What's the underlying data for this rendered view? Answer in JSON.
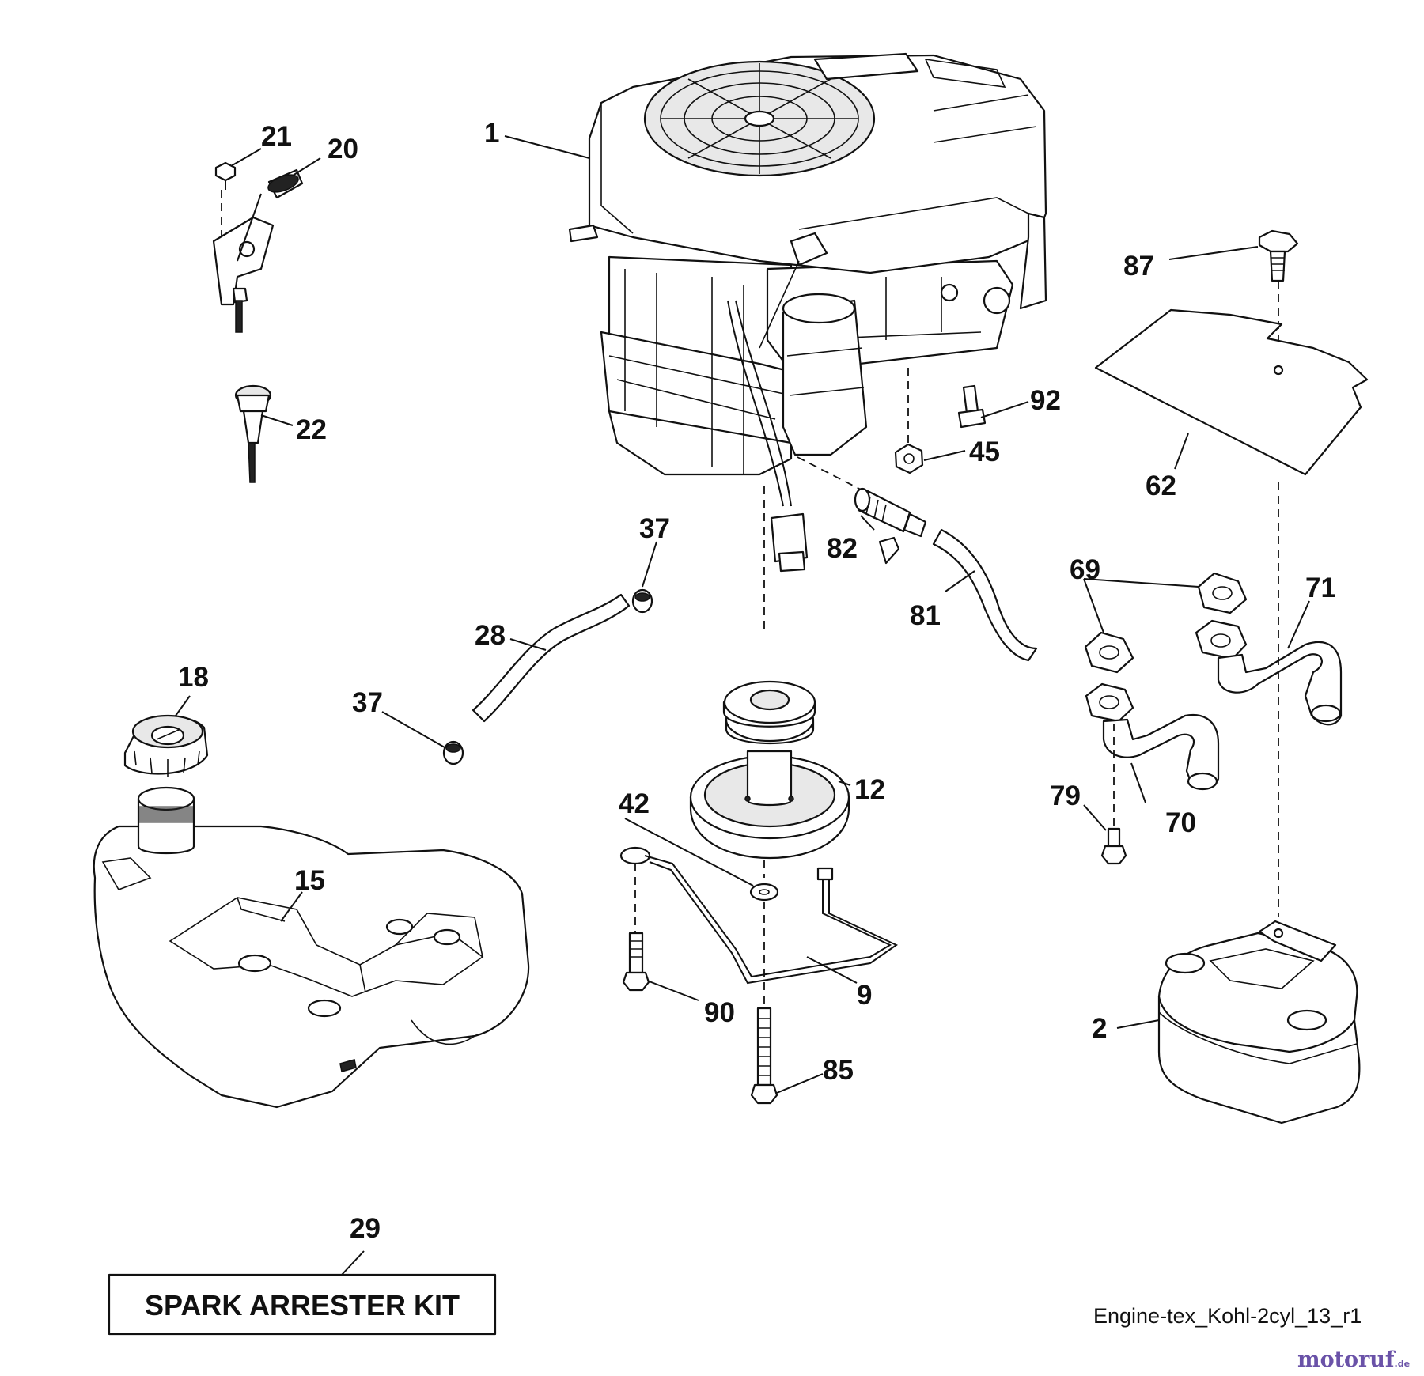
{
  "callouts": {
    "c1": "1",
    "c2": "2",
    "c9": "9",
    "c12": "12",
    "c15": "15",
    "c18": "18",
    "c20": "20",
    "c21": "21",
    "c22": "22",
    "c28": "28",
    "c29": "29",
    "c37a": "37",
    "c37b": "37",
    "c42": "42",
    "c45": "45",
    "c62": "62",
    "c69": "69",
    "c70": "70",
    "c71": "71",
    "c79": "79",
    "c81": "81",
    "c82": "82",
    "c85": "85",
    "c87": "87",
    "c90": "90",
    "c92": "92"
  },
  "kit_label": "SPARK ARRESTER KIT",
  "diagram_code": "Engine-tex_Kohl-2cyl_13_r1",
  "watermark": {
    "main": "motoruf",
    "suffix": ".de"
  },
  "icons": {
    "engine": "engine-icon",
    "muffler": "muffler-icon",
    "fuel_tank": "fuel-tank-icon",
    "fuel_cap": "fuel-cap-icon",
    "pulley": "pulley-icon",
    "heat_shield": "heat-shield-icon"
  }
}
